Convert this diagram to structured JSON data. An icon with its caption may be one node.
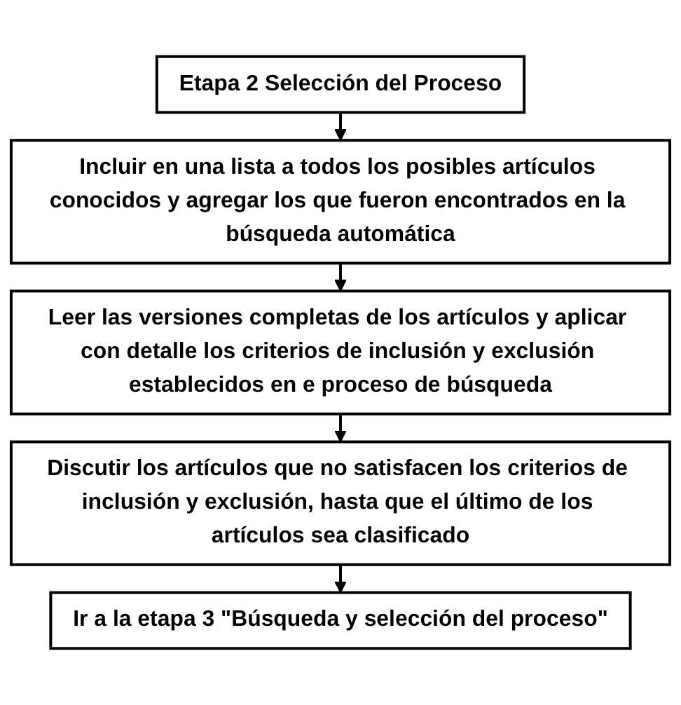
{
  "diagram": {
    "nodes": [
      {
        "text": [
          "Etapa 2 Selección del Proceso"
        ]
      },
      {
        "text": [
          "Incluir en una lista a todos los posibles artículos conocidos y agregar los que fueron encontrados en la búsqueda automática"
        ]
      },
      {
        "text": [
          "Leer las versiones completas de los artículos y aplicar con detalle los criterios de inclusión y exclusión establecidos en e proceso de búsqueda"
        ]
      },
      {
        "text": [
          "Discutir los artículos que no satisfacen los criterios de inclusión y exclusión, hasta que el último de los artículos sea clasificado"
        ]
      },
      {
        "text": [
          "Ir a la etapa 3 \"Búsqueda y selección del proceso\""
        ]
      }
    ],
    "edges": [
      {
        "from": 0,
        "to": 1,
        "arrow": "to"
      },
      {
        "from": 1,
        "to": 2,
        "arrow": "to"
      },
      {
        "from": 2,
        "to": 3,
        "arrow": "to"
      },
      {
        "from": 3,
        "to": 4,
        "arrow": "to"
      }
    ]
  }
}
